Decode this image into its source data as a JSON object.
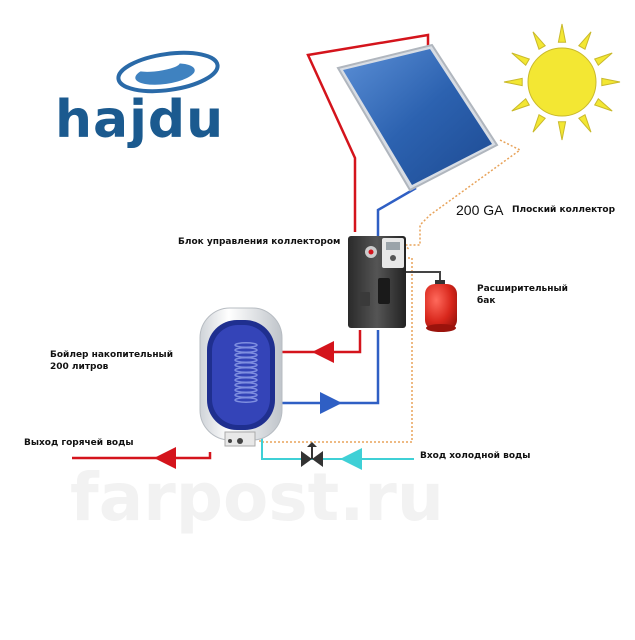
{
  "brand": {
    "name": "hajdu",
    "color": "#1b5a8f",
    "logo_icon": "swoosh-ellipse-icon"
  },
  "labels": {
    "model": "200 GA",
    "collector": "Плоский коллектор",
    "controller": "Блок управления коллектором",
    "expansion_tank_line1": "Расширительный",
    "expansion_tank_line2": "бак",
    "boiler_line1": "Бойлер накопительный",
    "boiler_line2": "200 литров",
    "hot_water_out": "Выход горячей воды",
    "cold_water_in": "Вход холодной воды"
  },
  "watermark": "farpost.ru",
  "colors": {
    "hot_pipe": "#d4141c",
    "cold_pipe": "#2f5fc4",
    "cold_water_pipe": "#3fd0d6",
    "sensor_cable": "#e8a35a",
    "sun": "#f3e733",
    "panel": "#2c62b0",
    "tank": "#d8271c"
  },
  "icons": [
    "sun-icon",
    "solar-panel-icon",
    "controller-unit-icon",
    "expansion-tank-icon",
    "boiler-tank-icon",
    "valve-icon",
    "flow-arrow-icon"
  ]
}
